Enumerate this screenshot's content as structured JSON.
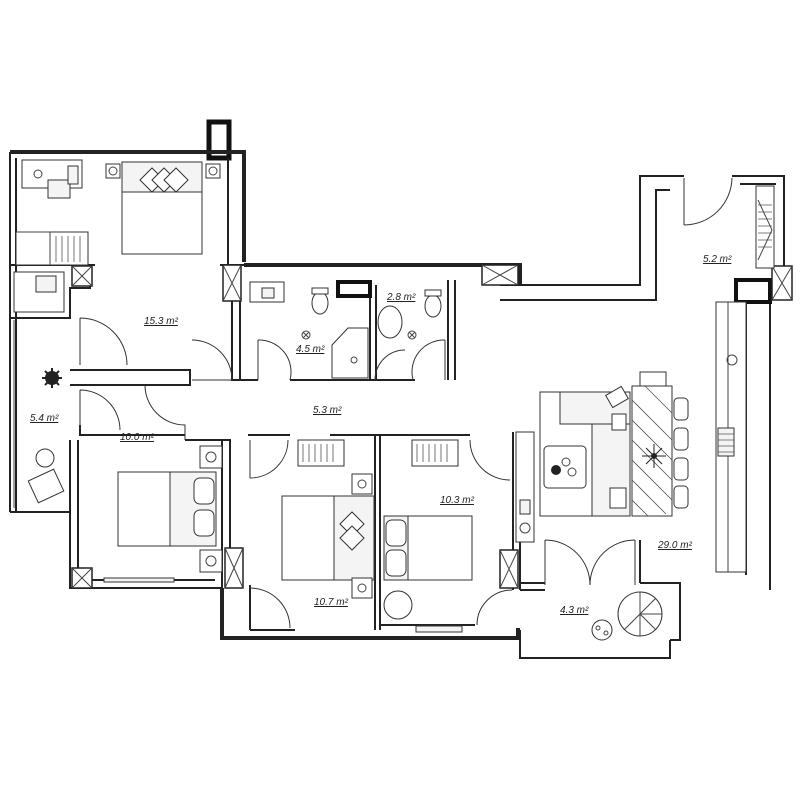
{
  "rooms": [
    {
      "id": "master-bedroom",
      "area": "15.3 m²"
    },
    {
      "id": "bathroom-1",
      "area": "4.5 m²"
    },
    {
      "id": "bathroom-2",
      "area": "2.8 m²"
    },
    {
      "id": "entrance-hall",
      "area": "5.2 m²"
    },
    {
      "id": "balcony-left",
      "area": "5.4 m²"
    },
    {
      "id": "corridor",
      "area": "5.3 m²"
    },
    {
      "id": "bedroom-left",
      "area": "10.0 m²"
    },
    {
      "id": "bedroom-middle",
      "area": "10.7 m²"
    },
    {
      "id": "bedroom-right",
      "area": "10.3 m²"
    },
    {
      "id": "living-kitchen",
      "area": "29.0 m²"
    },
    {
      "id": "balcony-right",
      "area": "4.3 m²"
    }
  ]
}
